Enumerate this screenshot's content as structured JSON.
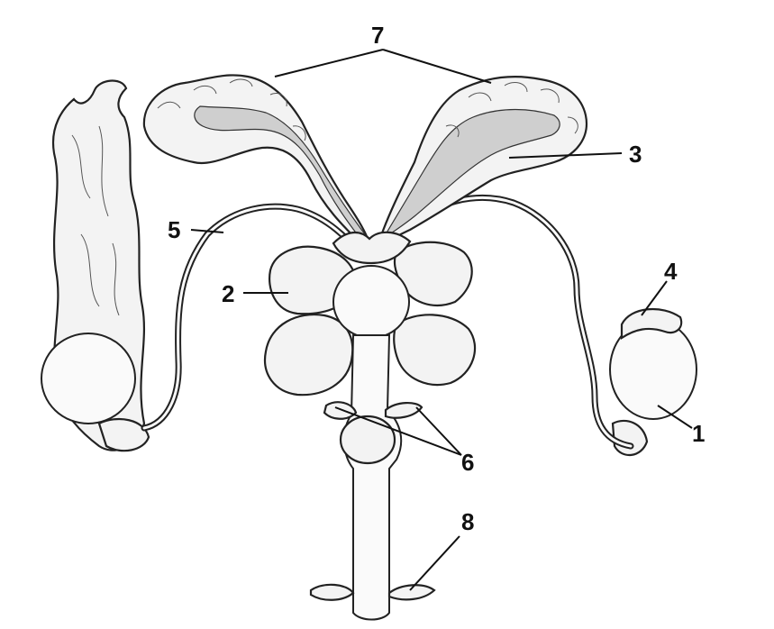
{
  "diagram": {
    "labels": {
      "l1": "1",
      "l2": "2",
      "l3": "3",
      "l4": "4",
      "l5": "5",
      "l6": "6",
      "l7": "7",
      "l8": "8"
    },
    "colors": {
      "ink": "#222222",
      "fill": "#f3f3f3",
      "stipple": "#cfcfcf",
      "background": "#ffffff"
    }
  }
}
